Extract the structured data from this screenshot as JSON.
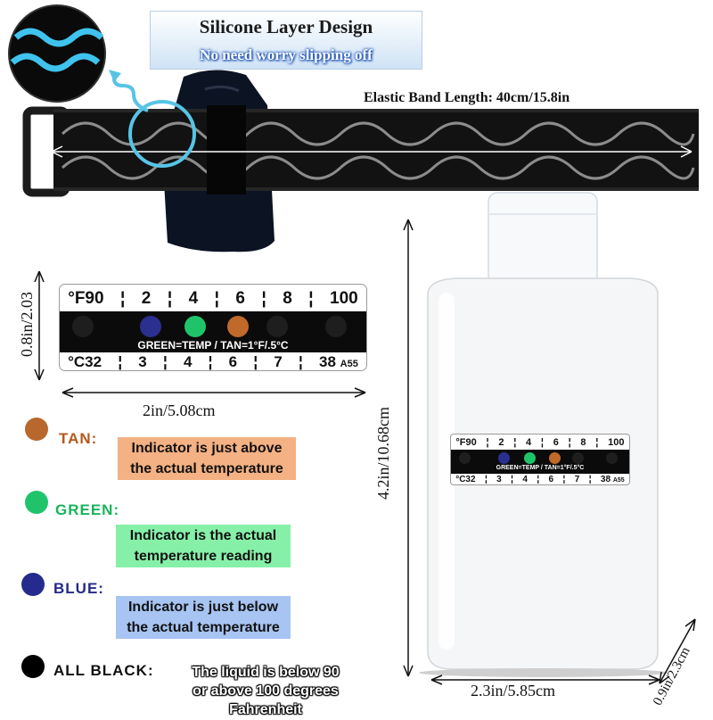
{
  "header": {
    "title": "Silicone Layer Design",
    "subtitle": "No need worry slipping off"
  },
  "band": {
    "length_label": "Elastic Band Length: 40cm/15.8in"
  },
  "strip_dimensions": {
    "height_label": "0.8in/2.03",
    "width_label": "2in/5.08cm"
  },
  "bottle_dimensions": {
    "height_label": "4.2in/10.68cm",
    "width_label": "2.3in/5.85cm",
    "depth_label": "0.9in/2.3cm"
  },
  "thermometer": {
    "top_row": [
      "°F90",
      "2",
      "4",
      "6",
      "8",
      "100"
    ],
    "bottom_row": [
      "°C32",
      "3",
      "4",
      "6",
      "7",
      "38"
    ],
    "code": "A55",
    "caption": "GREEN=TEMP / TAN=1°F/.5°C",
    "dot_colors": [
      "#1e1e1e",
      "#2b2f8f",
      "#1fc46a",
      "#c0692a",
      "#1e1e1e",
      "#1e1e1e"
    ]
  },
  "legend": [
    {
      "label": "TAN:",
      "color": "#b8682c",
      "text_color": "#b4581a",
      "highlight": "#f4b183",
      "lines": [
        "Indicator is just above",
        "the actual temperature"
      ]
    },
    {
      "label": "GREEN:",
      "color": "#1fc46a",
      "text_color": "#19b35c",
      "highlight": "#86f0a8",
      "lines": [
        "Indicator is the actual",
        "temperature reading"
      ]
    },
    {
      "label": "BLUE:",
      "color": "#252b8c",
      "text_color": "#242a88",
      "highlight": "#a7c4f2",
      "lines": [
        "Indicator is just below",
        "the actual temperature"
      ]
    },
    {
      "label": "ALL BLACK:",
      "color": "#000000",
      "text_color": "#111111",
      "highlight": "#ffffff",
      "lines": [
        "The liquid is below 90",
        "or above 100 degrees Fahrenheit"
      ]
    }
  ]
}
